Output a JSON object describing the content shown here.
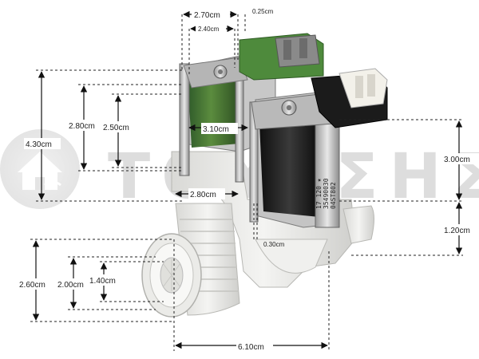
{
  "watermark": {
    "text": "ΤΟΥΤΣΗΣ"
  },
  "product_label": {
    "line1": "17 120 ★",
    "line2": "35490030",
    "line3": "04ST802"
  },
  "dimensions": {
    "width_top_outer": "2.70cm",
    "width_top_inner": "2.40cm",
    "gap_small_top": "0.25cm",
    "height_total": "4.30cm",
    "height_coil_outer": "2.80cm",
    "height_coil_inner": "2.50cm",
    "coil_width": "3.10cm",
    "height_front_coil": "3.00cm",
    "body_width": "2.80cm",
    "height_lower": "1.20cm",
    "gap_small_bottom": "0.30cm",
    "inlet_outer": "2.60cm",
    "inlet_mid": "2.00cm",
    "inlet_inner": "1.40cm",
    "length_total": "6.10cm"
  }
}
